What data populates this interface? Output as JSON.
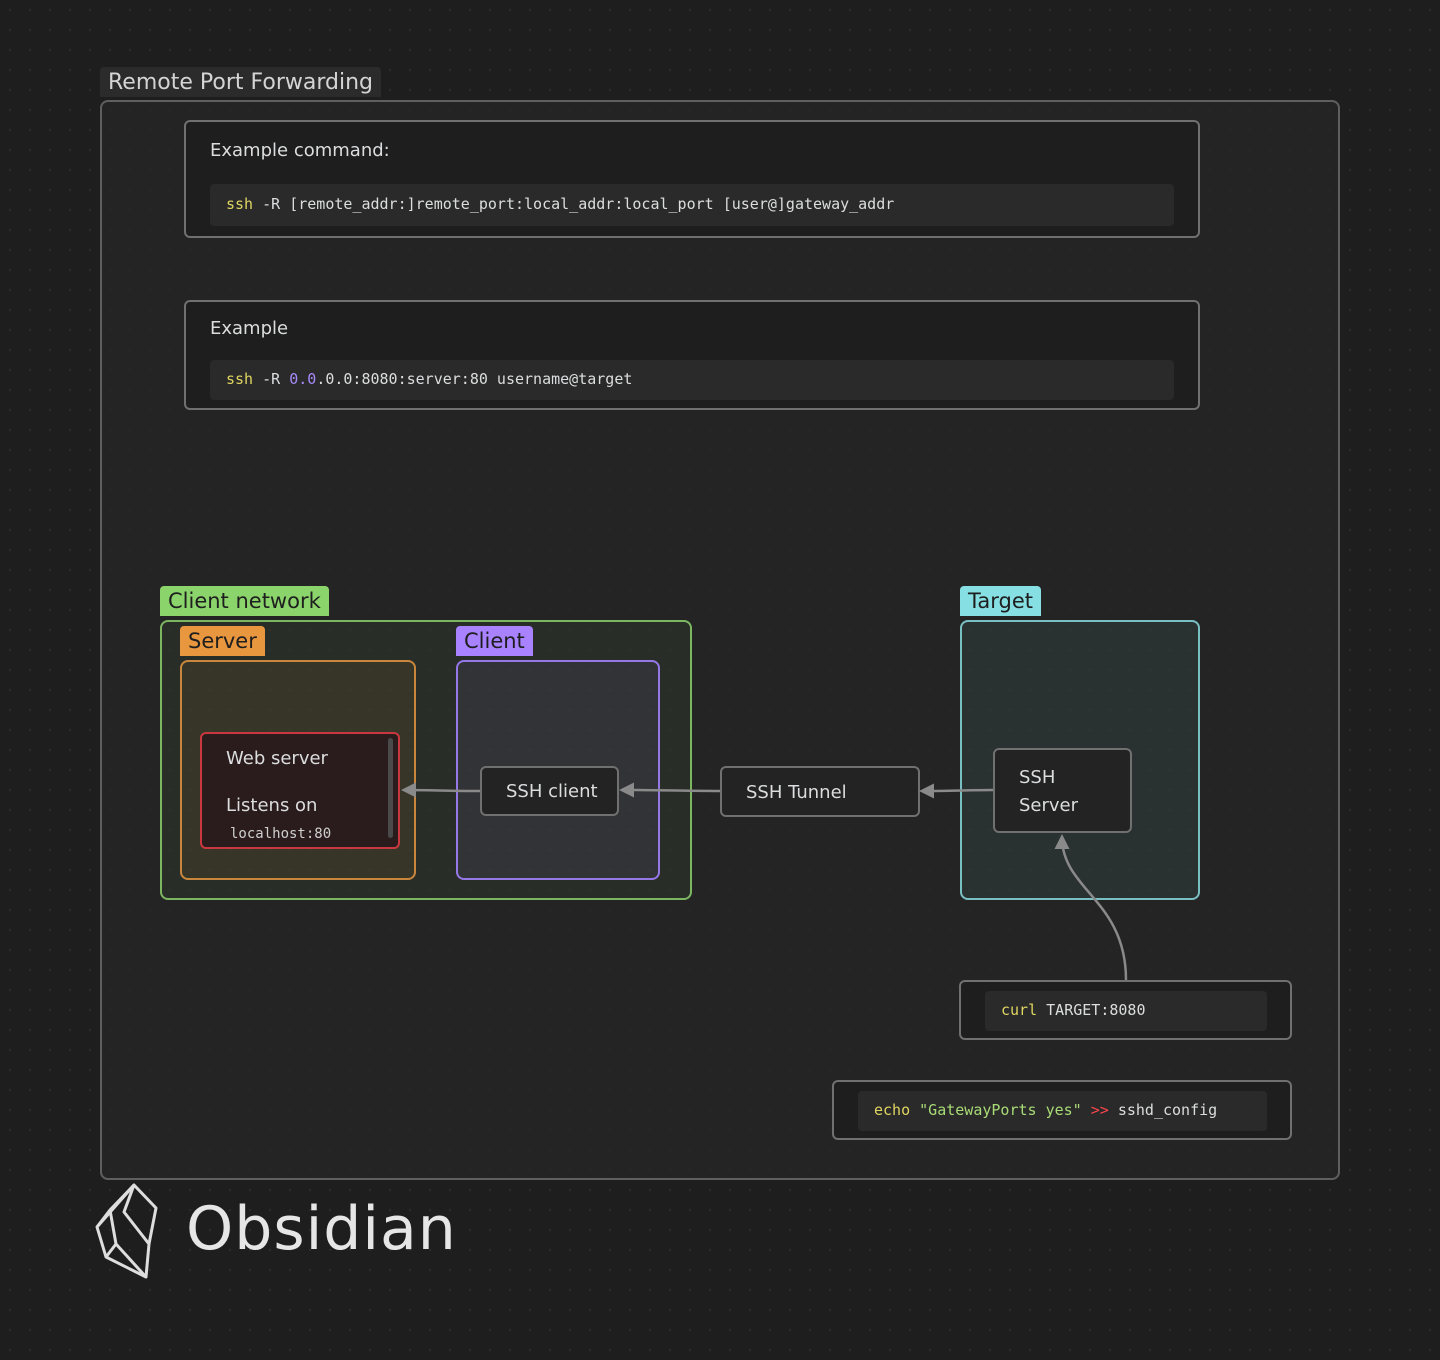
{
  "main_group": {
    "label": "Remote Port Forwarding"
  },
  "command_card": {
    "heading": "Example command:",
    "code": {
      "cmd": "ssh",
      "args": " -R [remote_addr:]remote_port:local_addr:local_port [user@]gateway_addr"
    }
  },
  "example_card": {
    "heading": "Example",
    "code": {
      "cmd": "ssh",
      "flag": " -R ",
      "num": "0.0",
      "rest": ".0.0:8080:server:80 username@target"
    }
  },
  "groups": {
    "client_network": {
      "label": "Client network",
      "color": "#8bd46c"
    },
    "server": {
      "label": "Server",
      "color": "#e9973f"
    },
    "client": {
      "label": "Client",
      "color": "#a882ff"
    },
    "target": {
      "label": "Target",
      "color": "#86dfe2"
    }
  },
  "nodes": {
    "web_server": {
      "title": "Web server",
      "line2": "Listens on",
      "code": "localhost:80",
      "color": "#e93147"
    },
    "ssh_client": {
      "label": "SSH client"
    },
    "ssh_tunnel": {
      "label": "SSH Tunnel"
    },
    "ssh_server": {
      "line1": "SSH",
      "line2": "Server"
    },
    "curl": {
      "cmd": "curl",
      "arg": " TARGET:8080"
    },
    "echo": {
      "cmd": "echo",
      "str": " \"GatewayPorts yes\" ",
      "op": ">>",
      "rest": " sshd_config"
    }
  },
  "brand": {
    "name": "Obsidian",
    "icon": "obsidian-logo-icon"
  }
}
